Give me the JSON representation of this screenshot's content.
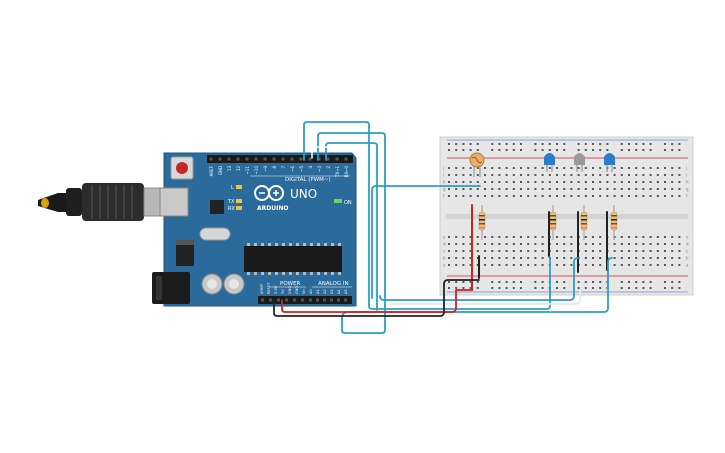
{
  "board": {
    "brand": "ARDUINO",
    "model": "UNO",
    "on_label": "ON",
    "digital_label": "DIGITAL (PWM~)",
    "power_label": "POWER",
    "analog_label": "ANALOG IN",
    "tx_label": "TX",
    "rx_label": "RX",
    "l_label": "L",
    "digital_pins": [
      "AREF",
      "GND",
      "13",
      "12",
      "~11",
      "~10",
      "~9",
      "8",
      "7",
      "~6",
      "~5",
      "4",
      "~3",
      "2",
      "TX→1",
      "RX←0"
    ],
    "power_pins": [
      "IOREF",
      "RESET",
      "3.3V",
      "5V",
      "GND",
      "GND",
      "Vin"
    ],
    "analog_pins": [
      "A0",
      "A1",
      "A2",
      "A3",
      "A4",
      "A5"
    ]
  },
  "breadboard": {
    "row_letters_top": [
      "j",
      "i",
      "h",
      "g",
      "f"
    ],
    "row_letters_bottom": [
      "e",
      "d",
      "c",
      "b",
      "a"
    ]
  },
  "colors": {
    "board_blue": "#2a6b9c",
    "wire_blue": "#2b9ec4",
    "wire_red": "#d42020",
    "wire_black": "#222222",
    "wire_white": "#e8e8e8",
    "led_blue": "#2e7bc9",
    "led_gray": "#9a9a9a"
  }
}
